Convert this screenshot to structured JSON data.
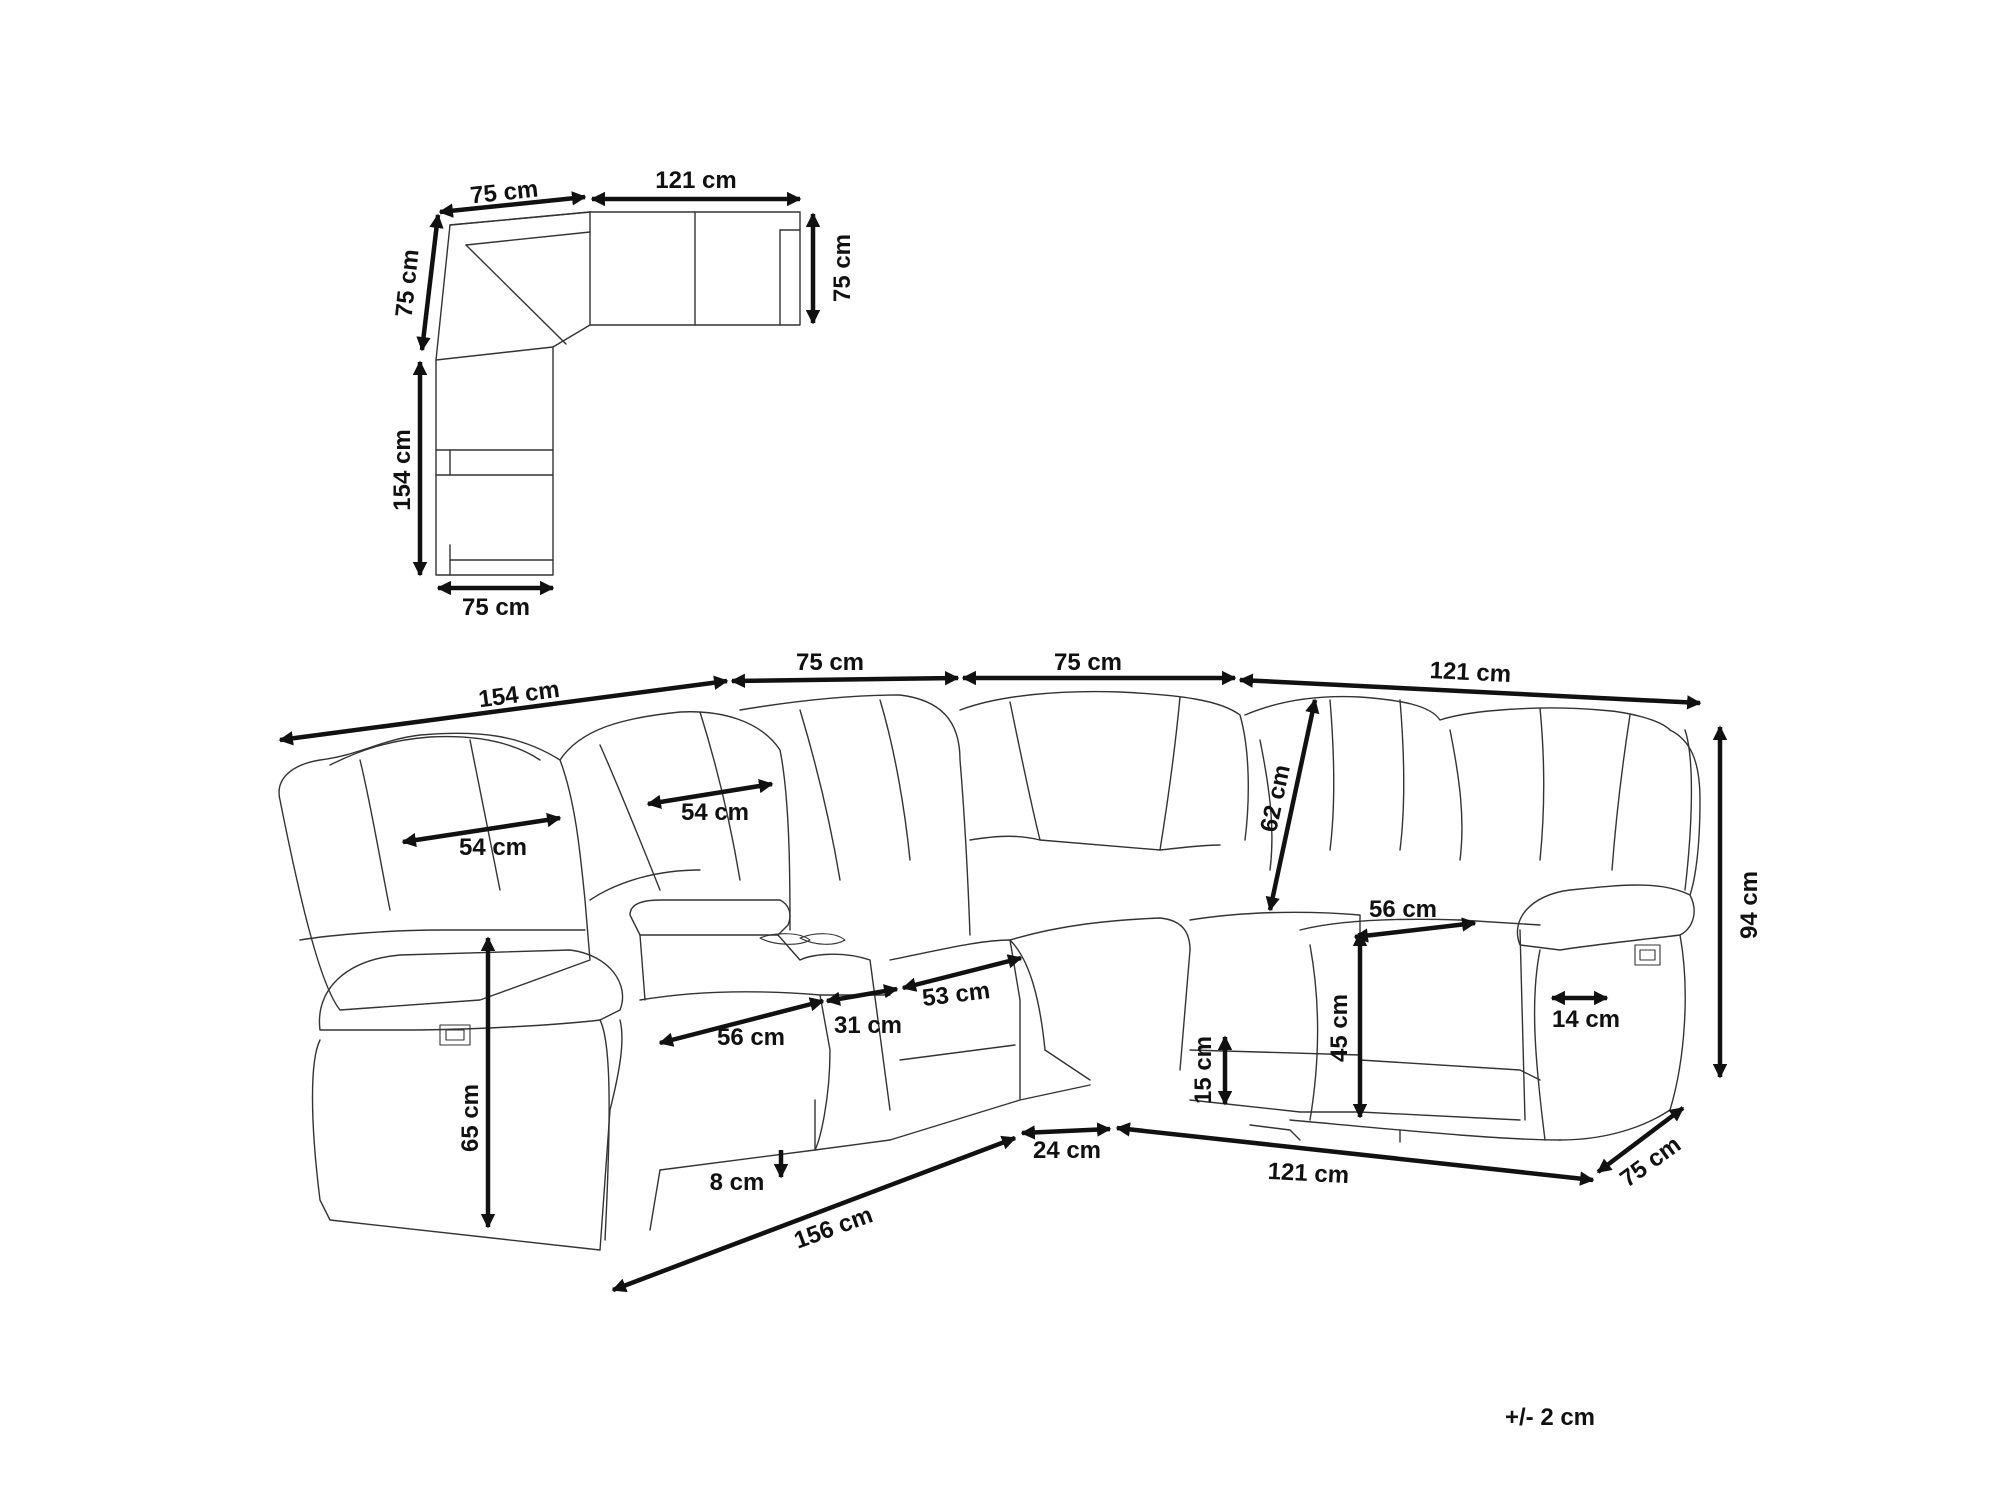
{
  "plan_view": {
    "top_corner_width": "75 cm",
    "top_right_width": "121 cm",
    "right_depth": "75 cm",
    "left_corner_depth": "75 cm",
    "left_length": "154 cm",
    "bottom_depth": "75 cm"
  },
  "perspective_view": {
    "left_section_length": "154 cm",
    "console_section_width": "75 cm",
    "corner_section_width": "75 cm",
    "right_section_length": "121 cm",
    "left_seat_back_width": "54 cm",
    "second_seat_back_width": "54 cm",
    "back_height": "62 cm",
    "right_seat_width": "56 cm",
    "total_height": "94 cm",
    "arm_height": "65 cm",
    "left_seat_width": "56 cm",
    "console_width": "31 cm",
    "console_side_seat_width": "53 cm",
    "seat_thickness": "15 cm",
    "seat_height": "45 cm",
    "arm_width": "14 cm",
    "leg_height": "8 cm",
    "front_length": "156 cm",
    "corner_front_width": "24 cm",
    "right_front_length": "121 cm",
    "right_depth": "75 cm"
  },
  "tolerance_note": "+/- 2 cm"
}
